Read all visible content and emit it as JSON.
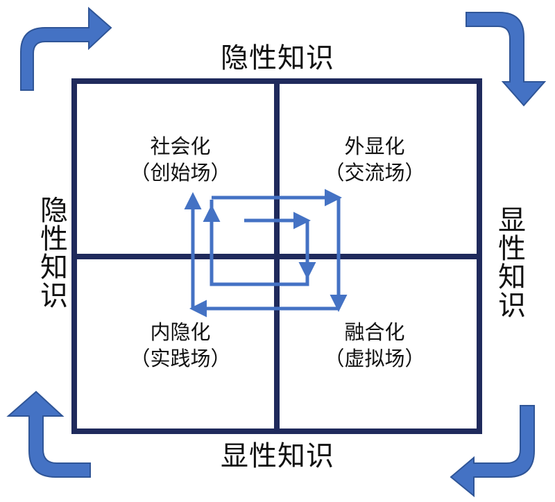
{
  "labels": {
    "top": "隐性知识",
    "bottom": "显性知识",
    "left": "隐性知识",
    "right": "显性知识"
  },
  "quadrants": {
    "top_left": {
      "title": "社会化",
      "subtitle": "（创始场）"
    },
    "top_right": {
      "title": "外显化",
      "subtitle": "（交流场）"
    },
    "bottom_left": {
      "title": "内隐化",
      "subtitle": "（实践场）"
    },
    "bottom_right": {
      "title": "融合化",
      "subtitle": "（虚拟场）"
    }
  },
  "colors": {
    "grid": "#1f2a5c",
    "corner_arrow": "#4472c4",
    "spiral": "#4472c4",
    "text": "#111111"
  },
  "icons": {
    "corner_arrows": [
      "curved-arrow-top-left",
      "curved-arrow-top-right",
      "curved-arrow-bottom-right",
      "curved-arrow-bottom-left"
    ],
    "spiral": "spiral-arrow"
  }
}
